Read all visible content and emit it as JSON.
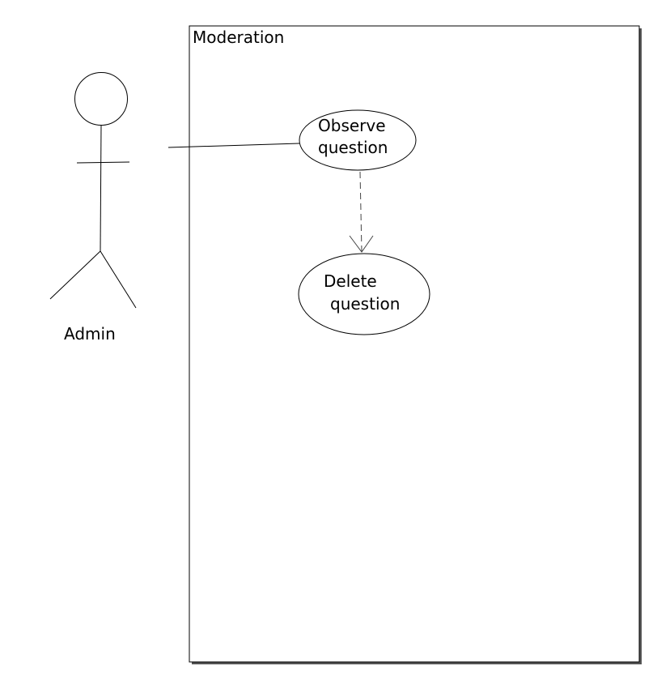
{
  "diagram": {
    "type": "use-case",
    "system_boundary": {
      "title": "Moderation"
    },
    "actors": [
      {
        "id": "admin",
        "label": "Admin"
      }
    ],
    "use_cases": [
      {
        "id": "observe",
        "label_lines": [
          "Observe",
          "question"
        ]
      },
      {
        "id": "delete",
        "label_lines": [
          "Delete",
          "question"
        ]
      }
    ],
    "relationships": [
      {
        "from": "admin",
        "to": "observe",
        "kind": "association"
      },
      {
        "from": "observe",
        "to": "delete",
        "kind": "dependency"
      }
    ],
    "colors": {
      "stroke": "#000000",
      "shadow": "#555555",
      "dashed": "#444444",
      "background": "#ffffff"
    }
  }
}
